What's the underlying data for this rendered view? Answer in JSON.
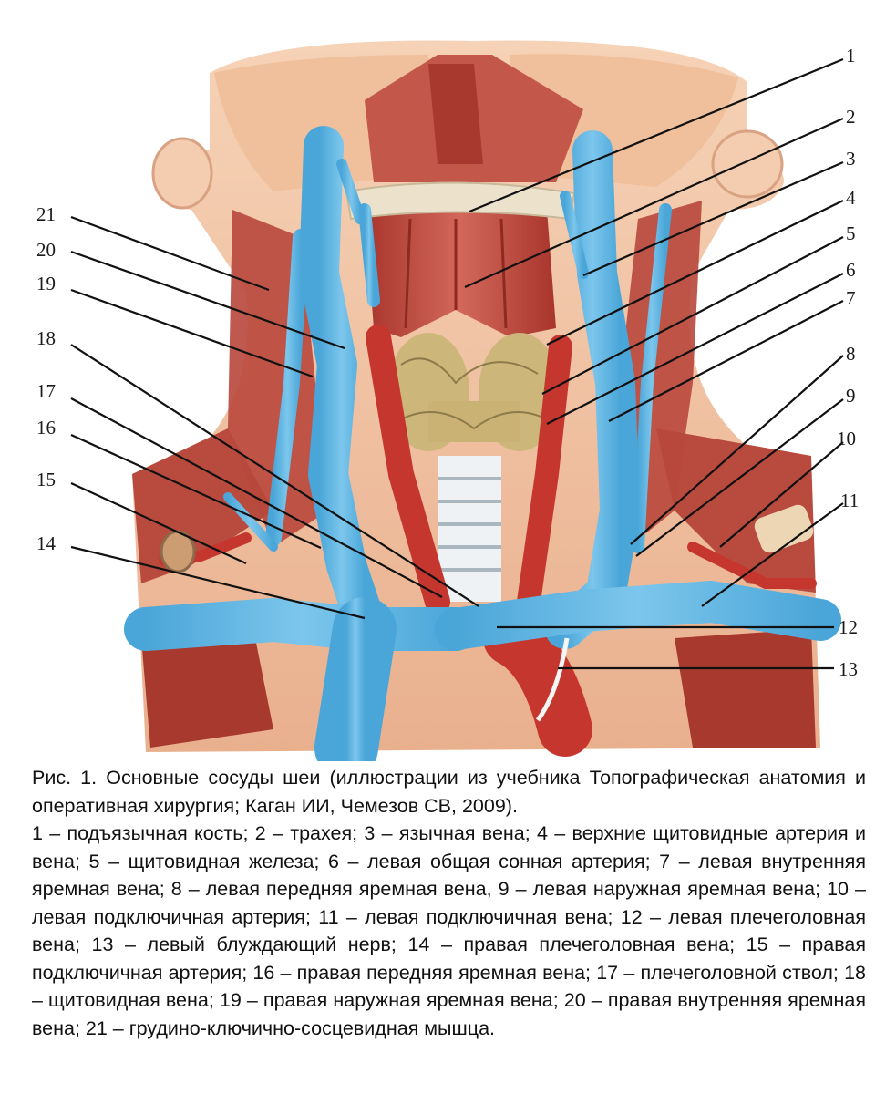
{
  "figure": {
    "labels": [
      {
        "id": "label-1",
        "text": "1"
      },
      {
        "id": "label-2",
        "text": "2"
      },
      {
        "id": "label-3",
        "text": "3"
      },
      {
        "id": "label-4",
        "text": "4"
      },
      {
        "id": "label-5",
        "text": "5"
      },
      {
        "id": "label-6",
        "text": "6"
      },
      {
        "id": "label-7",
        "text": "7"
      },
      {
        "id": "label-8",
        "text": "8"
      },
      {
        "id": "label-9",
        "text": "9"
      },
      {
        "id": "label-10",
        "text": "10"
      },
      {
        "id": "label-11",
        "text": "11"
      },
      {
        "id": "label-12",
        "text": "12"
      },
      {
        "id": "label-13",
        "text": "13"
      },
      {
        "id": "label-14",
        "text": "14"
      },
      {
        "id": "label-15",
        "text": "15"
      },
      {
        "id": "label-16",
        "text": "16"
      },
      {
        "id": "label-17",
        "text": "17"
      },
      {
        "id": "label-18",
        "text": "18"
      },
      {
        "id": "label-19",
        "text": "19"
      },
      {
        "id": "label-20",
        "text": "20"
      },
      {
        "id": "label-21",
        "text": "21"
      }
    ],
    "colors": {
      "vein": "#5bb4e0",
      "artery": "#c8382f",
      "muscle": "#c8584a",
      "skin": "#f2c6a8",
      "thyroid": "#c9b274",
      "bone": "#e8dcc0"
    }
  },
  "caption": {
    "title": "Рис. 1. Основные сосуды шеи (иллюстрации из учебника Топографическая анатомия и оперативная хирургия; Каган ИИ, Чемезов СВ, 2009).",
    "legend": "1 – подъязычная кость; 2 – трахея; 3 – язычная вена; 4 – верхние щитовидные артерия и вена; 5 – щитовидная железа; 6 – левая общая сонная артерия; 7 – левая внутренняя яремная вена; 8 – левая передняя яремная вена, 9 – левая наружная яремная вена; 10 – левая подключичная артерия; 11 – левая подключичная вена; 12 – левая плечеголовная вена; 13 – левый блуждающий нерв; 14 – правая плечеголовная вена; 15 – правая подключичная артерия; 16 – правая передняя яремная вена; 17 – плечеголовной ствол; 18 – щитовидная вена; 19 – правая наружная яремная вена; 20 – правая внутренняя яремная вена; 21 – грудино-ключично-сосцевидная мышца."
  }
}
